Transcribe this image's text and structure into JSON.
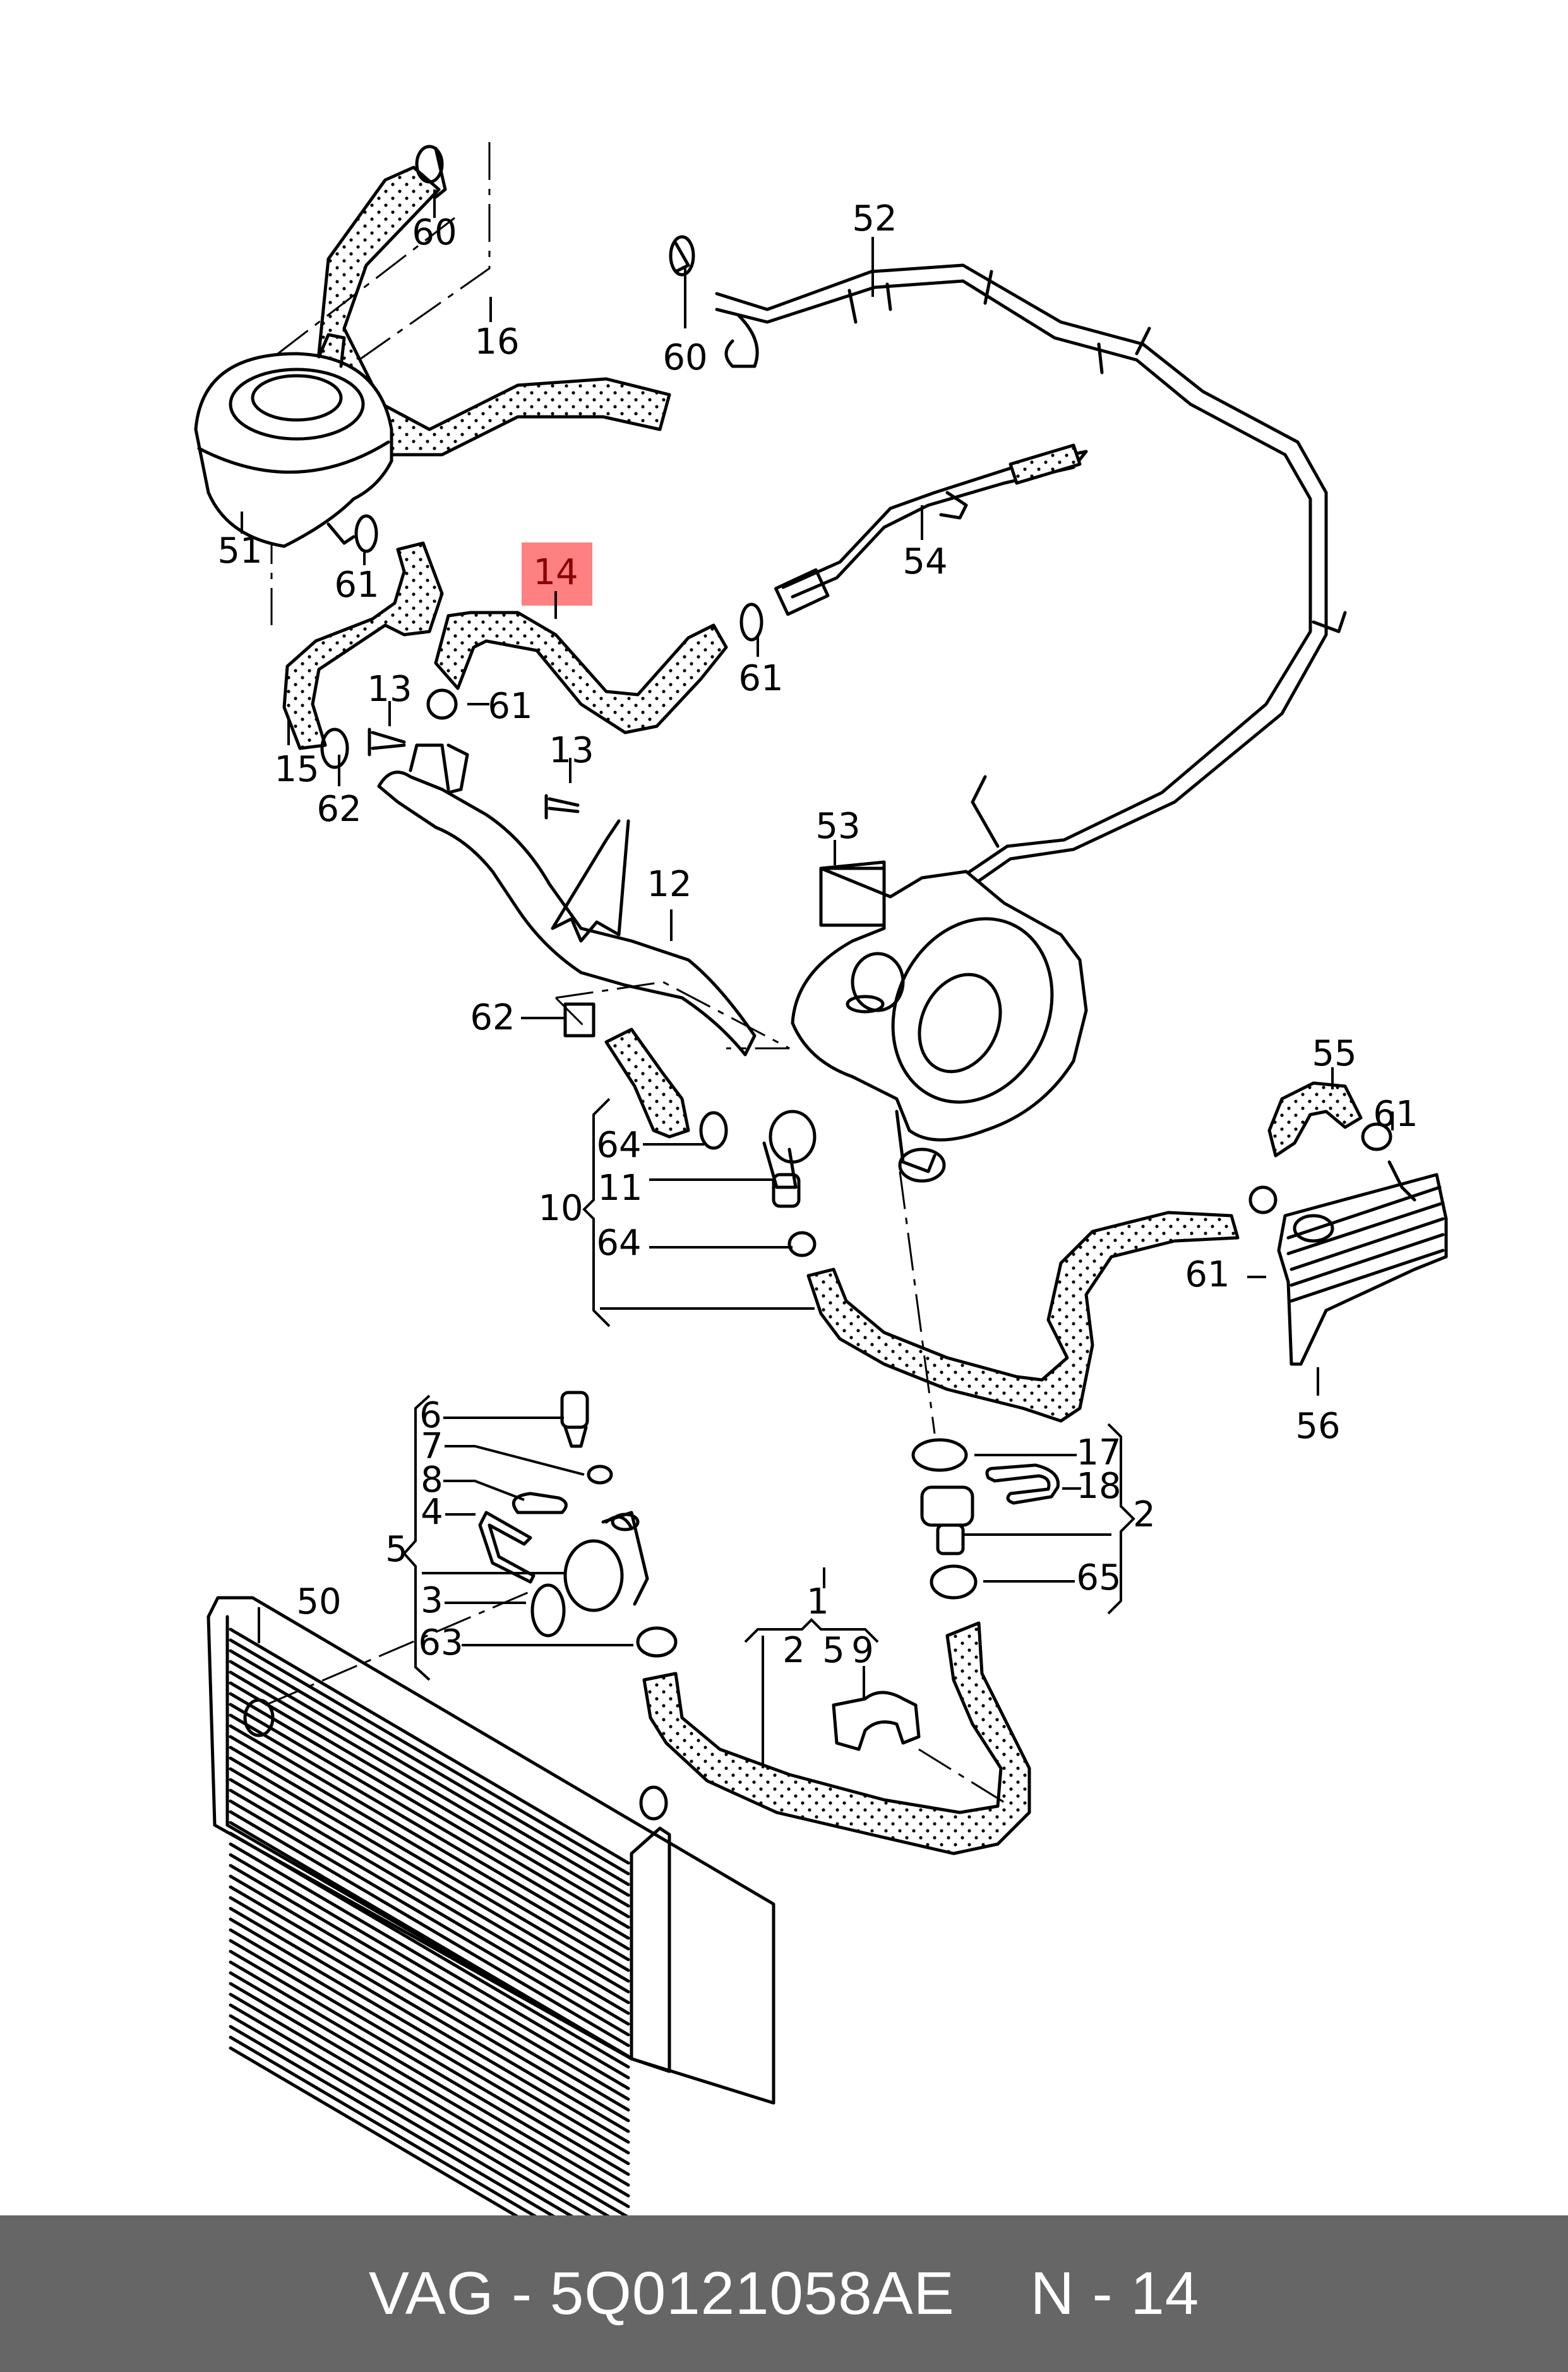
{
  "diagram": {
    "title": "VAG cooling system hoses and pipes exploded view",
    "highlight_color": "#ff8080",
    "highlight_text_color": "#8b0000",
    "highlighted_part": "14",
    "callouts": [
      {
        "id": "60a",
        "text": "60",
        "part": "hose clamp"
      },
      {
        "id": "60b",
        "text": "60",
        "part": "hose clamp"
      },
      {
        "id": "16",
        "text": "16",
        "part": "coolant hose"
      },
      {
        "id": "52",
        "text": "52",
        "part": "coolant pipe"
      },
      {
        "id": "51",
        "text": "51",
        "part": "expansion tank"
      },
      {
        "id": "61a",
        "text": "61",
        "part": "hose clamp"
      },
      {
        "id": "14",
        "text": "14",
        "part": "coolant hose",
        "highlighted": true
      },
      {
        "id": "54",
        "text": "54",
        "part": "coolant pipe"
      },
      {
        "id": "61b",
        "text": "61",
        "part": "hose clamp"
      },
      {
        "id": "13a",
        "text": "13",
        "part": "bolt"
      },
      {
        "id": "61c",
        "text": "61",
        "part": "hose clamp"
      },
      {
        "id": "15",
        "text": "15",
        "part": "coolant hose"
      },
      {
        "id": "62a",
        "text": "62",
        "part": "hose clamp"
      },
      {
        "id": "13b",
        "text": "13",
        "part": "bolt"
      },
      {
        "id": "53",
        "text": "53",
        "part": "coolant pump / thermostat housing"
      },
      {
        "id": "12",
        "text": "12",
        "part": "coolant pipe"
      },
      {
        "id": "62b",
        "text": "62",
        "part": "hose clamp"
      },
      {
        "id": "55",
        "text": "55",
        "part": "coolant hose"
      },
      {
        "id": "61d",
        "text": "61",
        "part": "hose clamp"
      },
      {
        "id": "64a",
        "text": "64",
        "part": "hose clamp"
      },
      {
        "id": "10",
        "text": "10",
        "part": "hose assembly"
      },
      {
        "id": "11",
        "text": "11",
        "part": "connector"
      },
      {
        "id": "64b",
        "text": "64",
        "part": "hose clamp"
      },
      {
        "id": "61e",
        "text": "61",
        "part": "hose clamp"
      },
      {
        "id": "56",
        "text": "56",
        "part": "oil cooler"
      },
      {
        "id": "6",
        "text": "6",
        "part": "temperature sender"
      },
      {
        "id": "7",
        "text": "7",
        "part": "seal ring"
      },
      {
        "id": "8",
        "text": "8",
        "part": "retaining clip"
      },
      {
        "id": "4",
        "text": "4",
        "part": "retaining clip"
      },
      {
        "id": "5",
        "text": "5",
        "part": "connector assembly"
      },
      {
        "id": "3",
        "text": "3",
        "part": "O-ring"
      },
      {
        "id": "63",
        "text": "63",
        "part": "hose clamp"
      },
      {
        "id": "50",
        "text": "50",
        "part": "radiator"
      },
      {
        "id": "17",
        "text": "17",
        "part": "O-ring"
      },
      {
        "id": "18",
        "text": "18",
        "part": "retaining clip"
      },
      {
        "id": "2",
        "text": "2",
        "part": "connector assembly"
      },
      {
        "id": "65",
        "text": "65",
        "part": "hose clamp"
      },
      {
        "id": "1",
        "text": "1",
        "part": "hose assembly"
      },
      {
        "id": "1-2",
        "text": "2",
        "part": "sub-item"
      },
      {
        "id": "1-5",
        "text": "5",
        "part": "sub-item"
      },
      {
        "id": "1-9",
        "text": "9",
        "part": "holder clip"
      }
    ]
  },
  "footer": {
    "brand": "VAG",
    "separator": "-",
    "part_number": "5Q0121058AE",
    "position_label": "N",
    "position_number": "14"
  }
}
